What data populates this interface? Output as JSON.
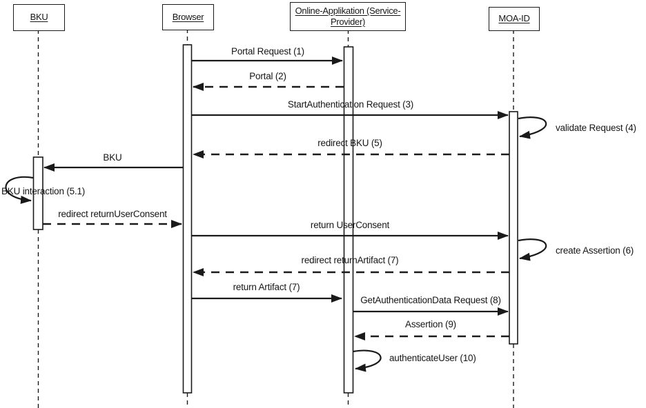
{
  "colors": {
    "line": "#1a1a1a",
    "background": "#ffffff"
  },
  "actors": [
    {
      "id": "bku",
      "label": "BKU",
      "lines": [
        "BKU"
      ]
    },
    {
      "id": "browser",
      "label": "Browser",
      "lines": [
        "Browser"
      ]
    },
    {
      "id": "online-app",
      "label": "Online-Applikation (Service-Provider)",
      "lines": [
        "Online-Applikation (Service-",
        "Provider)"
      ]
    },
    {
      "id": "moa-id",
      "label": "MOA-ID",
      "lines": [
        "MOA-ID"
      ]
    }
  ],
  "messages": [
    {
      "label": "Portal Request (1)",
      "from": "browser",
      "to": "online-app",
      "line": "solid"
    },
    {
      "label": "Portal (2)",
      "from": "online-app",
      "to": "browser",
      "line": "dashed"
    },
    {
      "label": "StartAuthentication Request (3)",
      "from": "browser",
      "to": "moa-id",
      "line": "solid"
    },
    {
      "label": "validate Request (4)",
      "from": "moa-id",
      "to": "moa-id",
      "line": "self"
    },
    {
      "label": "redirect BKU (5)",
      "from": "moa-id",
      "to": "browser",
      "line": "dashed"
    },
    {
      "label": "BKU",
      "from": "browser",
      "to": "bku",
      "line": "solid"
    },
    {
      "label": "BKU interaction (5.1)",
      "from": "bku",
      "to": "bku",
      "line": "self"
    },
    {
      "label": "redirect returnUserConsent",
      "from": "bku",
      "to": "browser",
      "line": "dashed"
    },
    {
      "label": "return UserConsent",
      "from": "browser",
      "to": "moa-id",
      "line": "solid"
    },
    {
      "label": "create Assertion (6)",
      "from": "moa-id",
      "to": "moa-id",
      "line": "self"
    },
    {
      "label": "redirect returnArtifact (7)",
      "from": "moa-id",
      "to": "browser",
      "line": "dashed"
    },
    {
      "label": "return Artifact (7)",
      "from": "browser",
      "to": "online-app",
      "line": "solid"
    },
    {
      "label": "GetAuthenticationData Request (8)",
      "from": "online-app",
      "to": "moa-id",
      "line": "solid"
    },
    {
      "label": "Assertion (9)",
      "from": "moa-id",
      "to": "online-app",
      "line": "dashed"
    },
    {
      "label": "authenticateUser (10)",
      "from": "online-app",
      "to": "online-app",
      "line": "self"
    }
  ]
}
